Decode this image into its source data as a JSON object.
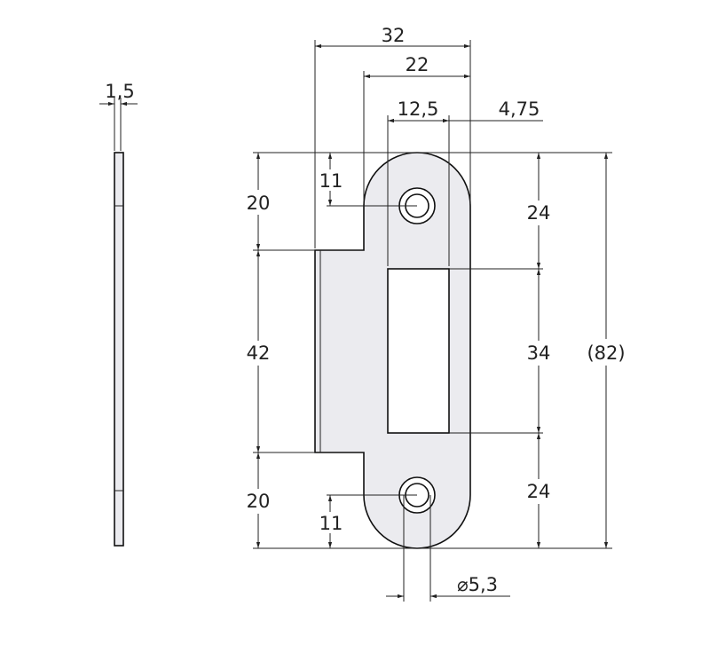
{
  "drawing": {
    "side_view": {
      "thickness": "1,5"
    },
    "front_view": {
      "width_total": "32",
      "width_plate": "22",
      "slot_width": "12,5",
      "edge_offset": "4,75",
      "top_flange": "20",
      "middle_height": "42",
      "bottom_flange": "20",
      "hole_offset_top": "11",
      "hole_offset_bottom": "11",
      "right_top": "24",
      "slot_height": "34",
      "right_bottom": "24",
      "overall_height": "(82)",
      "hole_diameter": "⌀5,3"
    },
    "colors": {
      "plate_fill": "#ebebef",
      "line": "#222222"
    }
  }
}
